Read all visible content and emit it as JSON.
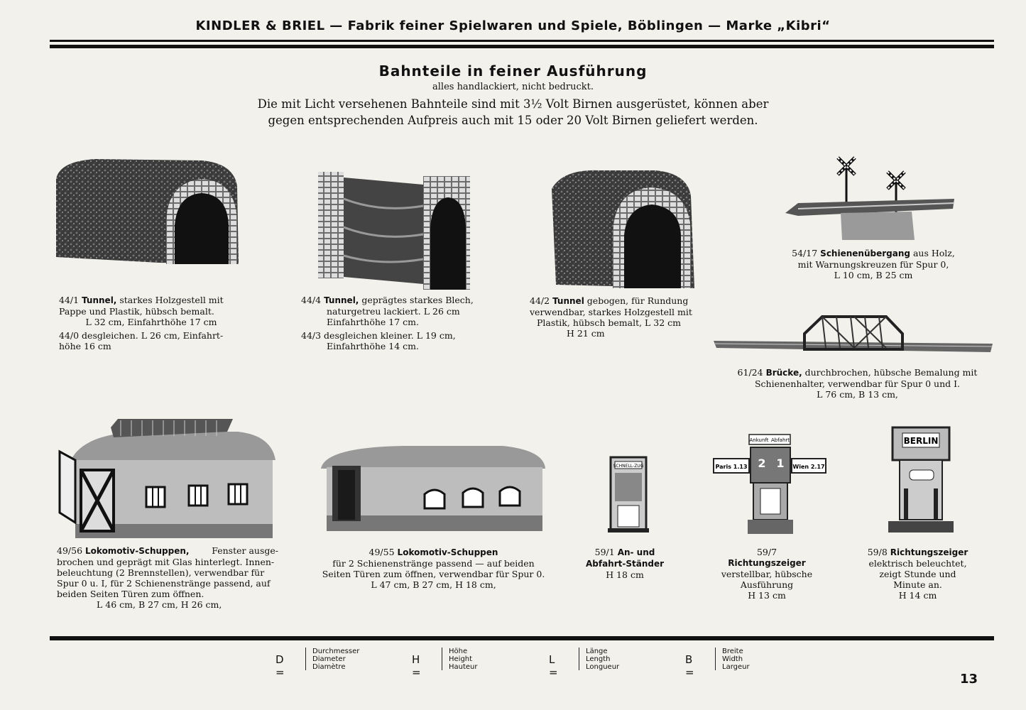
{
  "header": "KINDLER & BRIEL — Fabrik feiner Spielwaren und Spiele, Böblingen — Marke „Kibri“",
  "title": "Bahnteile in feiner Ausführung",
  "subtitle": "alles handlackiert, nicht bedruckt.",
  "intro_line1": "Die mit Licht versehenen Bahnteile sind mit 3½ Volt Birnen ausgerüstet, können aber",
  "intro_line2": "gegen entsprechenden Aufpreis auch mit 15 oder 20 Volt Birnen geliefert werden.",
  "items": {
    "tunnel_441": {
      "no": "44/1",
      "name": "Tunnel,",
      "l1": "starkes Holzgestell mit",
      "l2": "Pappe und Plastik, hübsch bemalt.",
      "l3": "L 32 cm, Einfahrthöhe 17 cm",
      "l4": "44/0 desgleichen. L 26 cm, Einfahrt-",
      "l5": "höhe 16 cm"
    },
    "tunnel_444": {
      "no": "44/4",
      "name": "Tunnel,",
      "l1": "geprägtes starkes Blech,",
      "l2": "naturgetreu lackiert. L 26 cm",
      "l3": "Einfahrthöhe 17 cm.",
      "l4": "44/3 desgleichen kleiner. L 19 cm,",
      "l5": "Einfahrthöhe 14 cm."
    },
    "tunnel_442": {
      "no": "44/2",
      "name": "Tunnel",
      "l1": "gebogen, für Rundung",
      "l2": "verwendbar, starkes Holzgestell mit",
      "l3": "Plastik, hübsch bemalt, L 32 cm",
      "l4": "H 21 cm"
    },
    "crossing_5417": {
      "no": "54/17",
      "name": "Schienenübergang",
      "l1": "aus Holz,",
      "l2": "mit Warnungskreuzen für Spur 0,",
      "l3": "L 10 cm,  B 25 cm"
    },
    "bridge_6124": {
      "no": "61/24",
      "name": "Brücke,",
      "l1": "durchbrochen, hübsche Bemalung mit",
      "l2": "Schienenhalter, verwendbar für Spur 0 und I.",
      "l3": "L 76 cm, B 13 cm,"
    },
    "shed_4956": {
      "no": "49/56",
      "name": "Lokomotiv-Schuppen,",
      "l1": "Fenster ausge-",
      "l2": "brochen und geprägt mit Glas hinterlegt. Innen-",
      "l3": "beleuchtung (2 Brennstellen), verwendbar für",
      "l4": "Spur 0 u. I, für 2 Schienenstränge passend, auf",
      "l5": "beiden Seiten Türen zum öffnen.",
      "l6": "L 46 cm, B 27 cm, H 26 cm,"
    },
    "shed_4955": {
      "no": "49/55",
      "name": "Lokomotiv-Schuppen",
      "l1": "für 2 Schienenstränge passend — auf beiden",
      "l2": "Seiten Türen zum öffnen, verwendbar für Spur 0.",
      "l3": "L 47 cm, B 27 cm, H 18 cm,"
    },
    "stand_591": {
      "no": "59/1",
      "name": "An- und",
      "name2": "Abfahrt-Ständer",
      "l1": "H 18 cm"
    },
    "sign_597": {
      "no": "59/7",
      "name": "Richtungszeiger",
      "l1": "verstellbar, hübsche",
      "l2": "Ausführung",
      "l3": "H 13 cm"
    },
    "sign_598": {
      "no": "59/8",
      "name": "Richtungszeiger",
      "l1": "elektrisch beleuchtet,",
      "l2": "zeigt Stunde und",
      "l3": "Minute an.",
      "l4": "H 14 cm"
    }
  },
  "figure_text": {
    "ankunft": "Ankunft",
    "abfahrt": "Abfahrt",
    "paris": "Paris 1.13",
    "wien": "Wien 2.17",
    "two": "2",
    "one": "1",
    "berlin": "BERLIN",
    "schnell": "SCHNELL-ZUG"
  },
  "legend": [
    {
      "sym": "D =",
      "w1": "Durchmesser",
      "w2": "Diameter",
      "w3": "Diamètre"
    },
    {
      "sym": "H =",
      "w1": "Höhe",
      "w2": "Height",
      "w3": "Hauteur"
    },
    {
      "sym": "L =",
      "w1": "Länge",
      "w2": "Length",
      "w3": "Longueur"
    },
    {
      "sym": "B =",
      "w1": "Breite",
      "w2": "Width",
      "w3": "Largeur"
    }
  ],
  "page_number": "13"
}
